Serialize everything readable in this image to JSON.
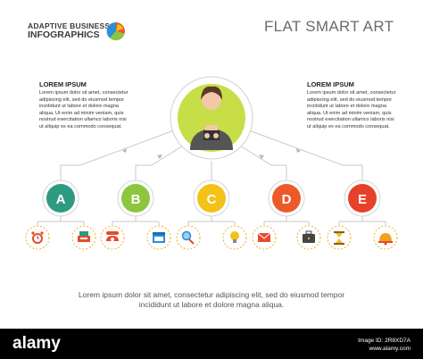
{
  "brand": {
    "line1": "ADAPTIVE BUSINESS",
    "line2": "INFOGRAPHICS"
  },
  "header": {
    "title": "FLAT SMART ART"
  },
  "left_blurb": {
    "heading": "LOREM IPSUM",
    "lines": [
      "Lorem ipsum dolor sit amet, consectetur",
      "adipiscing elit, sed do eiusmod tempor",
      "incididunt ut labore et dolore magna",
      "aliqua. Ut enim ad minim veniam, quis",
      "nostrud exercitation ullamco laboris nisi",
      "ut aliquip ex ea commodo consequat."
    ]
  },
  "right_blurb": {
    "heading": "LOREM IPSUM",
    "lines": [
      "Lorem ipsum dolor sit amet, consectetur",
      "adipiscing elit, sed do eiusmod tempor",
      "incididunt ut labore et dolore magna",
      "aliqua. Ut enim ad minim veniam, quis",
      "nostrud exercitation ullamco laboris nisi",
      "ut aliquip ex ea commodo consequat."
    ]
  },
  "nodes": [
    {
      "letter": "A",
      "color": "#2e9a82",
      "icons": [
        "alarm-clock-icon",
        "cash-register-icon"
      ]
    },
    {
      "letter": "B",
      "color": "#8cc63e",
      "icons": [
        "telephone-icon",
        "calendar-icon"
      ]
    },
    {
      "letter": "C",
      "color": "#f2c218",
      "icons": [
        "magnifier-icon",
        "lightbulb-icon"
      ]
    },
    {
      "letter": "D",
      "color": "#ec5a2a",
      "icons": [
        "envelope-icon",
        "briefcase-icon"
      ]
    },
    {
      "letter": "E",
      "color": "#e7402b",
      "icons": [
        "hourglass-icon",
        "bell-icon"
      ]
    }
  ],
  "footer": {
    "line1": "Lorem ipsum dolor sit amet, consectetur adipiscing elit, sed do eiusmod tempor",
    "line2": "incididunt ut labore et dolore magna aliqua."
  },
  "watermark": {
    "logo": "alamy",
    "code_line1": "Image ID: 2R8XD7A",
    "code_line2": "www.alamy.com"
  }
}
